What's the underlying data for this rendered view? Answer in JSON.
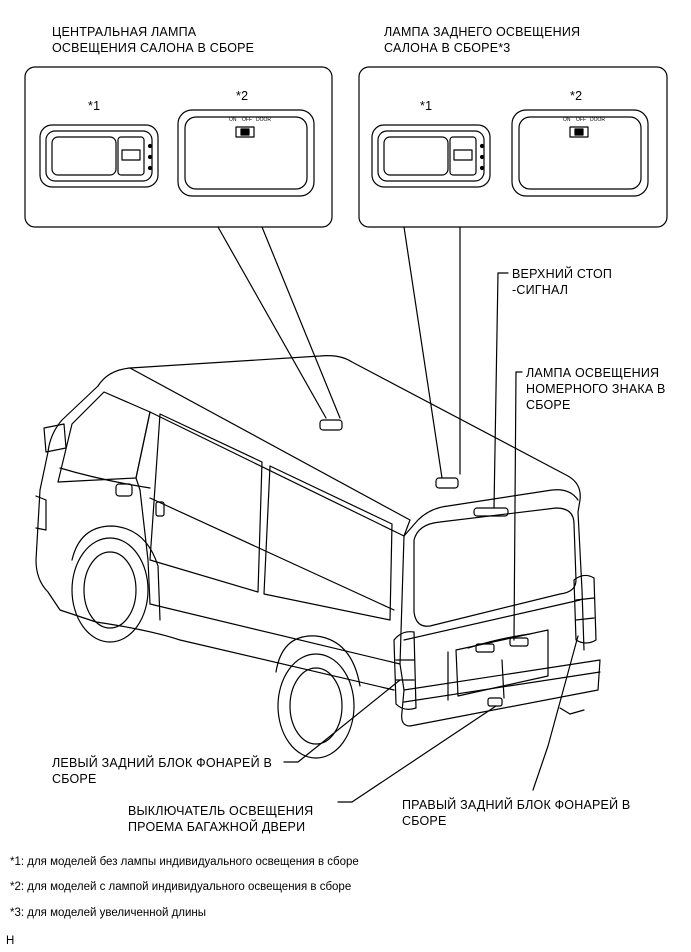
{
  "labels": {
    "center_lamp": "ЦЕНТРАЛЬНАЯ ЛАМПА\nОСВЕЩЕНИЯ САЛОНА В СБОРЕ",
    "rear_lamp": "ЛАМПА ЗАДНЕГО ОСВЕЩЕНИЯ\nСАЛОНА В СБОРЕ*3",
    "stop_signal": "ВЕРХНИЙ СТОП\n-СИГНАЛ",
    "license_lamp": "ЛАМПА ОСВЕЩЕНИЯ\nНОМЕРНОГО ЗНАКА В\nСБОРЕ",
    "left_tail": "ЛЕВЫЙ ЗАДНИЙ БЛОК ФОНАРЕЙ В\nСБОРЕ",
    "door_switch": "ВЫКЛЮЧАТЕЛЬ ОСВЕЩЕНИЯ\nПРОЕМА БАГАЖНОЙ ДВЕРИ",
    "right_tail": "ПРАВЫЙ ЗАДНИЙ БЛОК ФОНАРЕЙ В\nСБОРЕ"
  },
  "insets": {
    "left": {
      "variant1": "*1",
      "variant2": "*2"
    },
    "right": {
      "variant1": "*1",
      "variant2": "*2"
    }
  },
  "switch_text": {
    "on": "ON",
    "off": "OFF",
    "door": "DOOR"
  },
  "notes": [
    "*1: для моделей без лампы индивидуального освещения в сборе",
    "*2: для моделей с лампой индивидуального освещения в сборе",
    "*3: для моделей увеличенной длины"
  ],
  "corner_mark": "H"
}
